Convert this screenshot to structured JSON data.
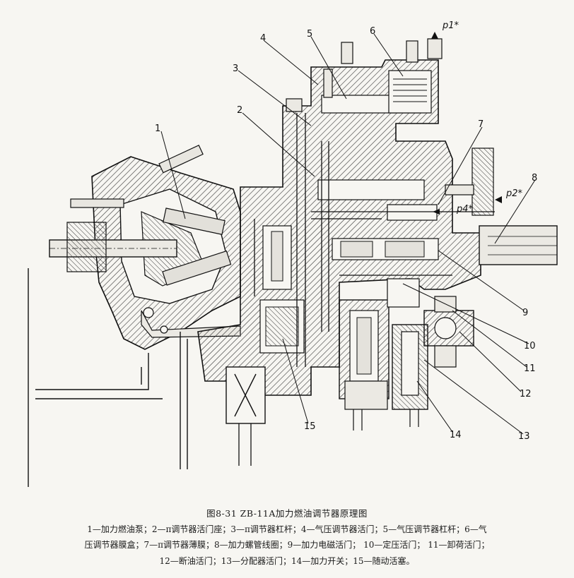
{
  "figure": {
    "labels": [
      "1",
      "2",
      "3",
      "4",
      "5",
      "6",
      "7",
      "8",
      "9",
      "10",
      "11",
      "12",
      "13",
      "14",
      "15"
    ],
    "pressures": [
      "p1*",
      "p2*",
      "p4*"
    ],
    "line_color": "#1a1a1a",
    "paper_color": "#f7f6f2"
  },
  "caption": {
    "title": "图8-31   ZB-11A加力燃油调节器原理图",
    "line1": "1—加力燃油泵；2—π调节器活门座；3—π调节器杠杆；4—气压调节器活门；5—气压调节器杠杆；6—气",
    "line2": "压调节器膜盒；7—π调节器薄膜；8—加力螺管线圈；9—加力电磁活门；  10—定压活门；  11—卸荷活门；",
    "line3": "12—断油活门；13—分配器活门；14—加力开关；15—随动活塞。"
  }
}
